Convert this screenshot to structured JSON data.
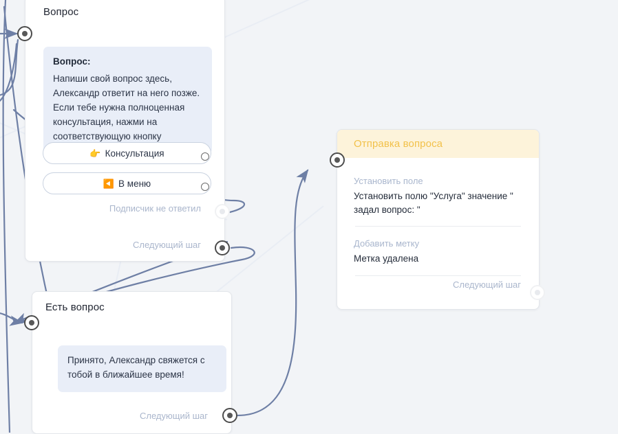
{
  "canvas": {
    "background_color": "#f2f4f7",
    "connector_color": "#6e7fa5",
    "faint_line_color": "#e8ecf3"
  },
  "cards": {
    "question": {
      "title": "Вопрос",
      "bubble": {
        "title": "Вопрос:",
        "body": "Напиши свой вопрос здесь, Александр ответит на него позже. Если тебе нужна полноценная консультация, нажми на соответствующую кнопку"
      },
      "buttons": [
        {
          "emoji": "👉",
          "label": "Консультация"
        },
        {
          "emoji": "◀️",
          "label": "В меню"
        }
      ],
      "ports": [
        {
          "label": "Подписчик не ответил",
          "state": "idle"
        },
        {
          "label": "Следующий шаг",
          "state": "connected"
        }
      ]
    },
    "has_question": {
      "title": "Есть вопрос",
      "bubble": {
        "body": "Принято, Александр свяжется с тобой в ближайшее время!"
      },
      "ports": [
        {
          "label": "Следующий шаг",
          "state": "connected"
        }
      ]
    },
    "send_question": {
      "title": "Отправка вопроса",
      "header_color": "#fdf3da",
      "title_color": "#f2c14a",
      "actions": [
        {
          "label": "Установить поле",
          "value": "Установить полю \"Услуга\" значение \" задал вопрос: \""
        },
        {
          "label": "Добавить метку",
          "value": "Метка удалена"
        }
      ],
      "ports": [
        {
          "label": "Следующий шаг",
          "state": "idle"
        }
      ]
    }
  }
}
